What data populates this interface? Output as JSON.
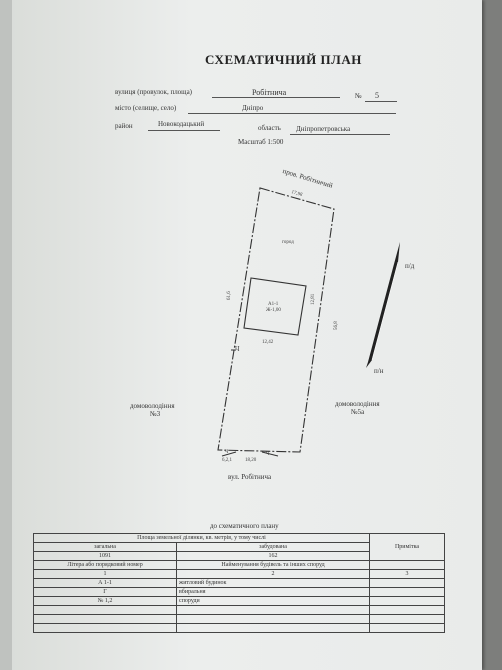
{
  "header": {
    "title": "СХЕМАТИЧНИЙ ПЛАН",
    "street_label": "вулиця (провулок, площа)",
    "street_value": "Робітнича",
    "number_label": "№",
    "number_value": "5",
    "city_label": "місто (селище, село)",
    "city_value": "Дніпро",
    "district_label": "район",
    "district_value": "Новокодацький",
    "region_label": "область",
    "region_value": "Дніпропетровська",
    "scale": "Масштаб 1:500"
  },
  "plan": {
    "lane_label": "пров. Робітничий",
    "street_label": "вул. Робітнича",
    "garden_label": "город",
    "building_label_1": "А1-1",
    "building_label_2": "Ж-1,00",
    "top_dim": "17,98",
    "left_dim": "61,6",
    "right_dim": "56,8",
    "bottom_dim": "18,20",
    "inner_right_dim": "12,81",
    "inner_bottom_dim": "12,42",
    "left_neighbor_label": "домоволодіння",
    "left_neighbor_no": "№3",
    "right_neighbor_label": "домоволодіння",
    "right_neighbor_no": "№5а",
    "compass_north": "п/д",
    "compass_south": "п/н",
    "gate_left": "Ч",
    "gate_left_2": "6,2,1",
    "gate_right": "Ч"
  },
  "table": {
    "caption": "до схематичного плану",
    "head_area": "Площа земельної ділянки, кв. метрів, у тому числі",
    "head_total": "загальна",
    "head_built": "забудована",
    "head_note": "Примітка",
    "total_value": "1091",
    "built_value": "162",
    "col_letter": "Літера або порядковий номер",
    "col_name": "Найменування будівель та інших споруд",
    "col_num_1": "1",
    "col_num_2": "2",
    "col_num_3": "3",
    "rows": [
      {
        "letter": "А 1-1",
        "name": "житловий будинок"
      },
      {
        "letter": "Г",
        "name": "вбиральня"
      },
      {
        "letter": "№ 1,2",
        "name": "споруди"
      }
    ]
  }
}
